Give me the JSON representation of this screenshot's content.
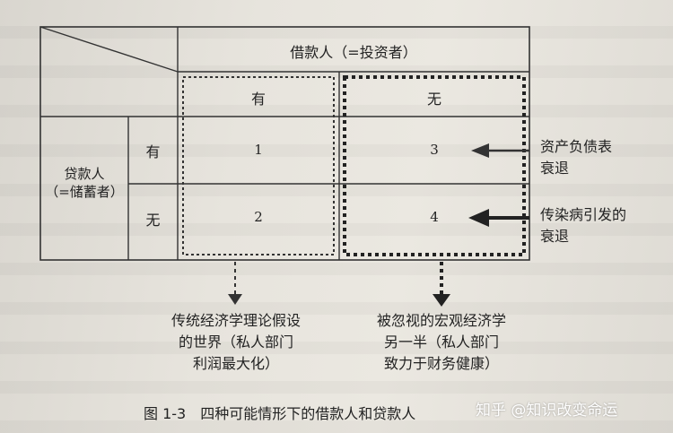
{
  "table": {
    "header_top": "借款人（=投资者）",
    "col_yes": "有",
    "col_no": "无",
    "row_label_1": "贷款人",
    "row_label_2": "（=储蓄者）",
    "row_yes": "有",
    "row_no": "无",
    "cell_1": "1",
    "cell_2": "2",
    "cell_3": "3",
    "cell_4": "4"
  },
  "annotations": {
    "right_1_line1": "资产负债表",
    "right_1_line2": "衰退",
    "right_2_line1": "传染病引发的",
    "right_2_line2": "衰退",
    "bottom_left_line1": "传统经济学理论假设",
    "bottom_left_line2": "的世界（私人部门",
    "bottom_left_line3": "利润最大化）",
    "bottom_right_line1": "被忽视的宏观经济学",
    "bottom_right_line2": "另一半（私人部门",
    "bottom_right_line3": "致力于财务健康）"
  },
  "caption": "图 1-3　四种可能情形下的借款人和贷款人",
  "watermark": "知乎 @知识改变命运"
}
